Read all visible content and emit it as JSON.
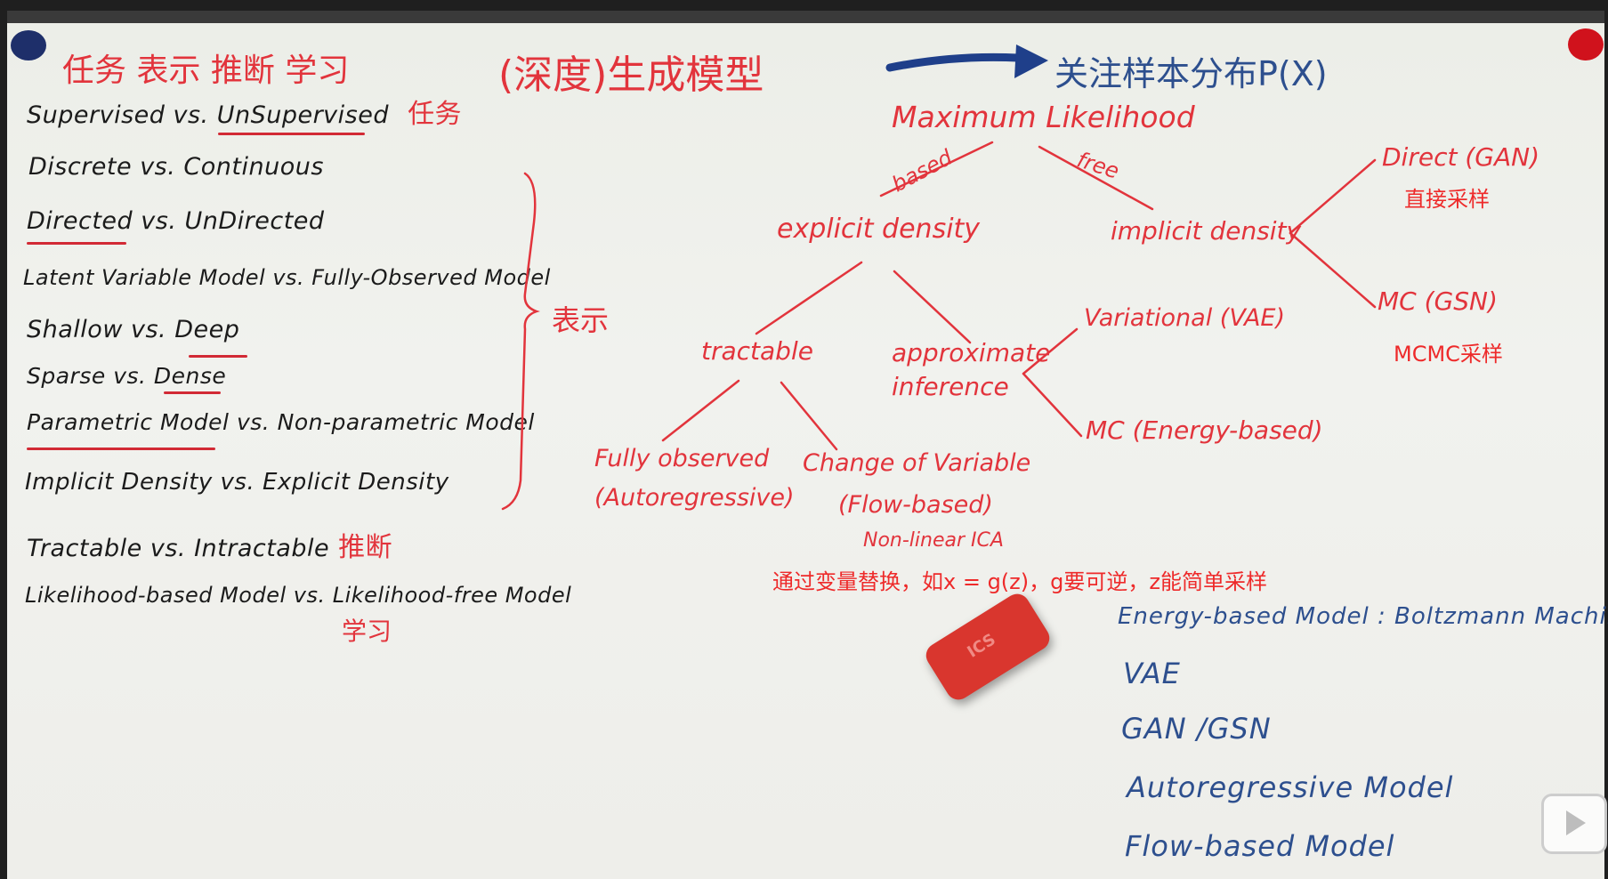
{
  "header": {
    "left_title": "任务 表示 推断 学习",
    "main_title": "(深度)生成模型",
    "focus_text": "关注样本分布P(X)"
  },
  "left_list": [
    {
      "text": "Supervised vs. UnSupervised",
      "tag": "任务"
    },
    {
      "text": "Discrete vs. Continuous",
      "tag": ""
    },
    {
      "text": "Directed vs. UnDirected",
      "tag": ""
    },
    {
      "text": "Latent Variable Model vs. Fully-Observed Model",
      "tag": ""
    },
    {
      "text": "Shallow vs. Deep",
      "tag": ""
    },
    {
      "text": "Sparse vs. Dense",
      "tag": ""
    },
    {
      "text": "Parametric Model vs. Non-parametric Model",
      "tag": ""
    },
    {
      "text": "Implicit Density vs. Explicit Density",
      "tag": ""
    },
    {
      "text": "Tractable vs. Intractable",
      "tag": "推断"
    },
    {
      "text": "Likelihood-based Model vs. Likelihood-free Model",
      "tag": "学习"
    }
  ],
  "brace_label": "表示",
  "tree": {
    "root": "Maximum Likelihood",
    "edge_left": "based",
    "edge_right": "free",
    "explicit": "explicit density",
    "implicit": "implicit density",
    "direct": "Direct (GAN)",
    "direct_cn": "直接采样",
    "mc_gsn": "MC (GSN)",
    "mcmc_cn": "MCMC采样",
    "tractable": "tractable",
    "approximate": "approximate",
    "inference": "inference",
    "variational": "Variational (VAE)",
    "mc_energy": "MC (Energy-based)",
    "fully_observed": "Fully observed",
    "autoregressive": "(Autoregressive)",
    "change_of_variable": "Change of Variable",
    "flow_based": "(Flow-based)",
    "nonlinear_ica": "Non-linear ICA",
    "flow_note": "通过变量替换，如x = g(z)，g要可逆，z能简单采样"
  },
  "model_list": [
    "Energy-based Model : Boltzmann Machine",
    "VAE",
    "GAN /GSN",
    "Autoregressive Model",
    "Flow-based Model"
  ],
  "eraser_text": "ICS",
  "colors": {
    "marker_red": "#e2343c",
    "marker_black": "#1b1b1b",
    "marker_blue": "#2d4f8e",
    "board": "#eceee8"
  },
  "icons": {
    "magnet_left": "blue-magnet",
    "magnet_right": "red-magnet",
    "play": "play-icon"
  }
}
